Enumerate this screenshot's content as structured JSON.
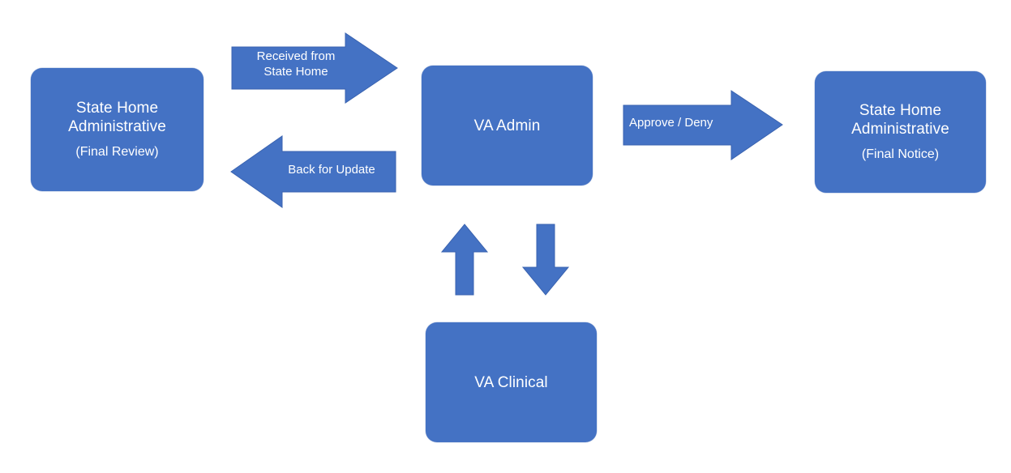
{
  "diagram": {
    "background_color": "#ffffff",
    "accent_color": "#4472C4",
    "text_color": "#ffffff",
    "nodes": [
      {
        "id": "state-home-review",
        "title": "State Home\nAdministrative",
        "subtitle": "(Final Review)"
      },
      {
        "id": "va-admin",
        "title": "VA Admin",
        "subtitle": ""
      },
      {
        "id": "state-home-notice",
        "title": "State Home\nAdministrative",
        "subtitle": "(Final Notice)"
      },
      {
        "id": "va-clinical",
        "title": "VA Clinical",
        "subtitle": ""
      }
    ],
    "arrows": [
      {
        "id": "received-from-state-home",
        "label": "Received from\nState Home",
        "direction": "right",
        "from": "state-home-review",
        "to": "va-admin"
      },
      {
        "id": "back-for-update",
        "label": "Back for Update",
        "direction": "left",
        "from": "va-admin",
        "to": "state-home-review"
      },
      {
        "id": "approve-deny",
        "label": "Approve / Deny",
        "direction": "right",
        "from": "va-admin",
        "to": "state-home-notice"
      },
      {
        "id": "clinical-to-admin",
        "label": "",
        "direction": "up",
        "from": "va-clinical",
        "to": "va-admin"
      },
      {
        "id": "admin-to-clinical",
        "label": "",
        "direction": "down",
        "from": "va-admin",
        "to": "va-clinical"
      }
    ]
  }
}
